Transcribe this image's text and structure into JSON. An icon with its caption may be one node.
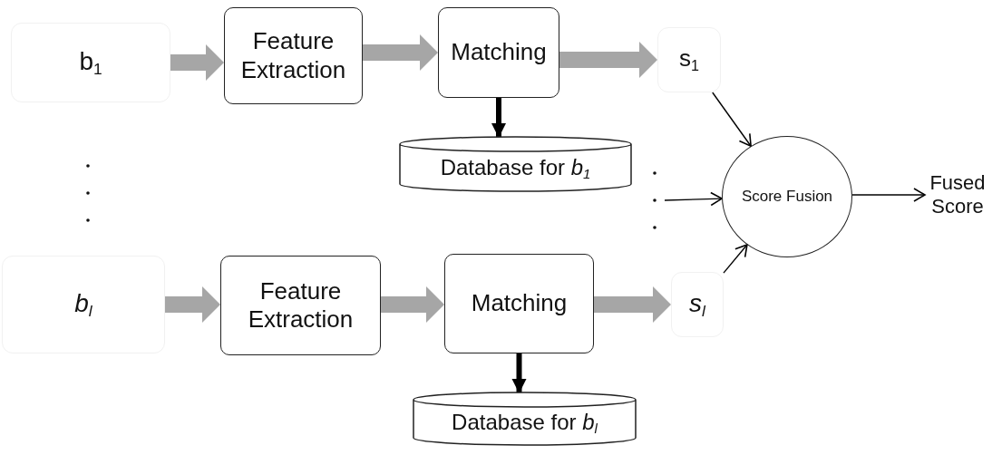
{
  "diagram": {
    "nodes": [
      {
        "text": [
          "b$_{1}$"
        ]
      },
      {
        "text": [
          "Feature Extraction"
        ]
      },
      {
        "text": [
          "Matching"
        ]
      },
      {
        "text": [
          "s$_{1}$"
        ]
      },
      {
        "text": [
          "Database for *b*$_{1}$"
        ]
      },
      {
        "text": [
          "Score Fusion"
        ]
      },
      {
        "text": [
          "Fused Score"
        ]
      },
      {
        "text": [
          "*b*$_{l}$"
        ]
      },
      {
        "text": [
          "Feature Extraction"
        ]
      },
      {
        "text": [
          "Matching"
        ]
      },
      {
        "text": [
          "*s*$_{l}$"
        ]
      },
      {
        "text": [
          "Database for *b*$_{l}$"
        ]
      }
    ],
    "edges": [
      {
        "from": 0,
        "to": 1,
        "arrow": "to",
        "style": "thick",
        "color": "#a6a6a6"
      },
      {
        "from": 1,
        "to": 2,
        "arrow": "to",
        "style": "thick",
        "color": "#a6a6a6"
      },
      {
        "from": 2,
        "to": 3,
        "arrow": "to",
        "style": "thick",
        "color": "#a6a6a6"
      },
      {
        "from": 2,
        "to": 4,
        "arrow": "to",
        "style": "thick"
      },
      {
        "from": 3,
        "to": 5,
        "arrow": "to"
      },
      {
        "from": null,
        "to": 5,
        "arrow": "to"
      },
      {
        "from": 10,
        "to": 5,
        "arrow": "to"
      },
      {
        "from": 5,
        "to": 6,
        "arrow": "to"
      },
      {
        "from": 7,
        "to": 8,
        "arrow": "to",
        "style": "thick",
        "color": "#a6a6a6"
      },
      {
        "from": 8,
        "to": 9,
        "arrow": "to",
        "style": "thick",
        "color": "#a6a6a6"
      },
      {
        "from": 9,
        "to": 10,
        "arrow": "to",
        "style": "thick",
        "color": "#a6a6a6"
      },
      {
        "from": 9,
        "to": 11,
        "arrow": "to",
        "style": "thick"
      }
    ]
  }
}
